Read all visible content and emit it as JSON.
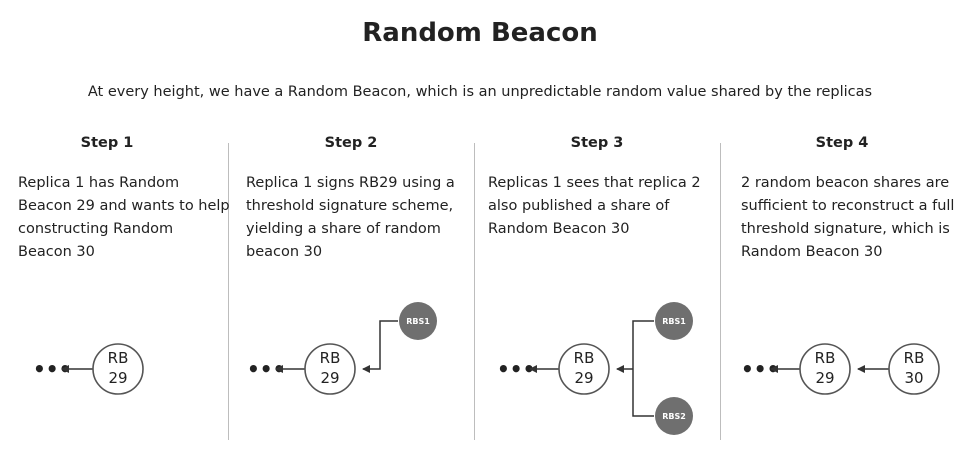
{
  "title": "Random Beacon",
  "subtitle": "At every height, we have a Random Beacon, which is an unpredictable random value shared by the replicas",
  "steps": [
    {
      "heading": "Step 1",
      "lines": [
        "Replica 1 has Random",
        "Beacon 29 and wants to help",
        "constructing Random",
        "Beacon 30"
      ]
    },
    {
      "heading": "Step 2",
      "lines": [
        "Replica 1 signs RB29 using a",
        "threshold signature scheme,",
        "yielding a share of random",
        "beacon 30"
      ]
    },
    {
      "heading": "Step 3",
      "lines": [
        "Replicas 1 sees that replica 2",
        "also published a share of",
        "Random Beacon 30"
      ]
    },
    {
      "heading": "Step 4",
      "lines": [
        "2 random beacon shares are",
        "sufficient to reconstruct a full",
        "threshold signature, which is",
        "Random Beacon 30"
      ]
    }
  ],
  "diagram": {
    "ellipsis": "•••",
    "rb_label": "RB",
    "rb29_number": "29",
    "rb30_number": "30",
    "share1": "RBS1",
    "share2": "RBS2"
  },
  "colors": {
    "share_fill": "#6f6f6f",
    "divider": "#bdbdbd",
    "outline": "#555555"
  }
}
